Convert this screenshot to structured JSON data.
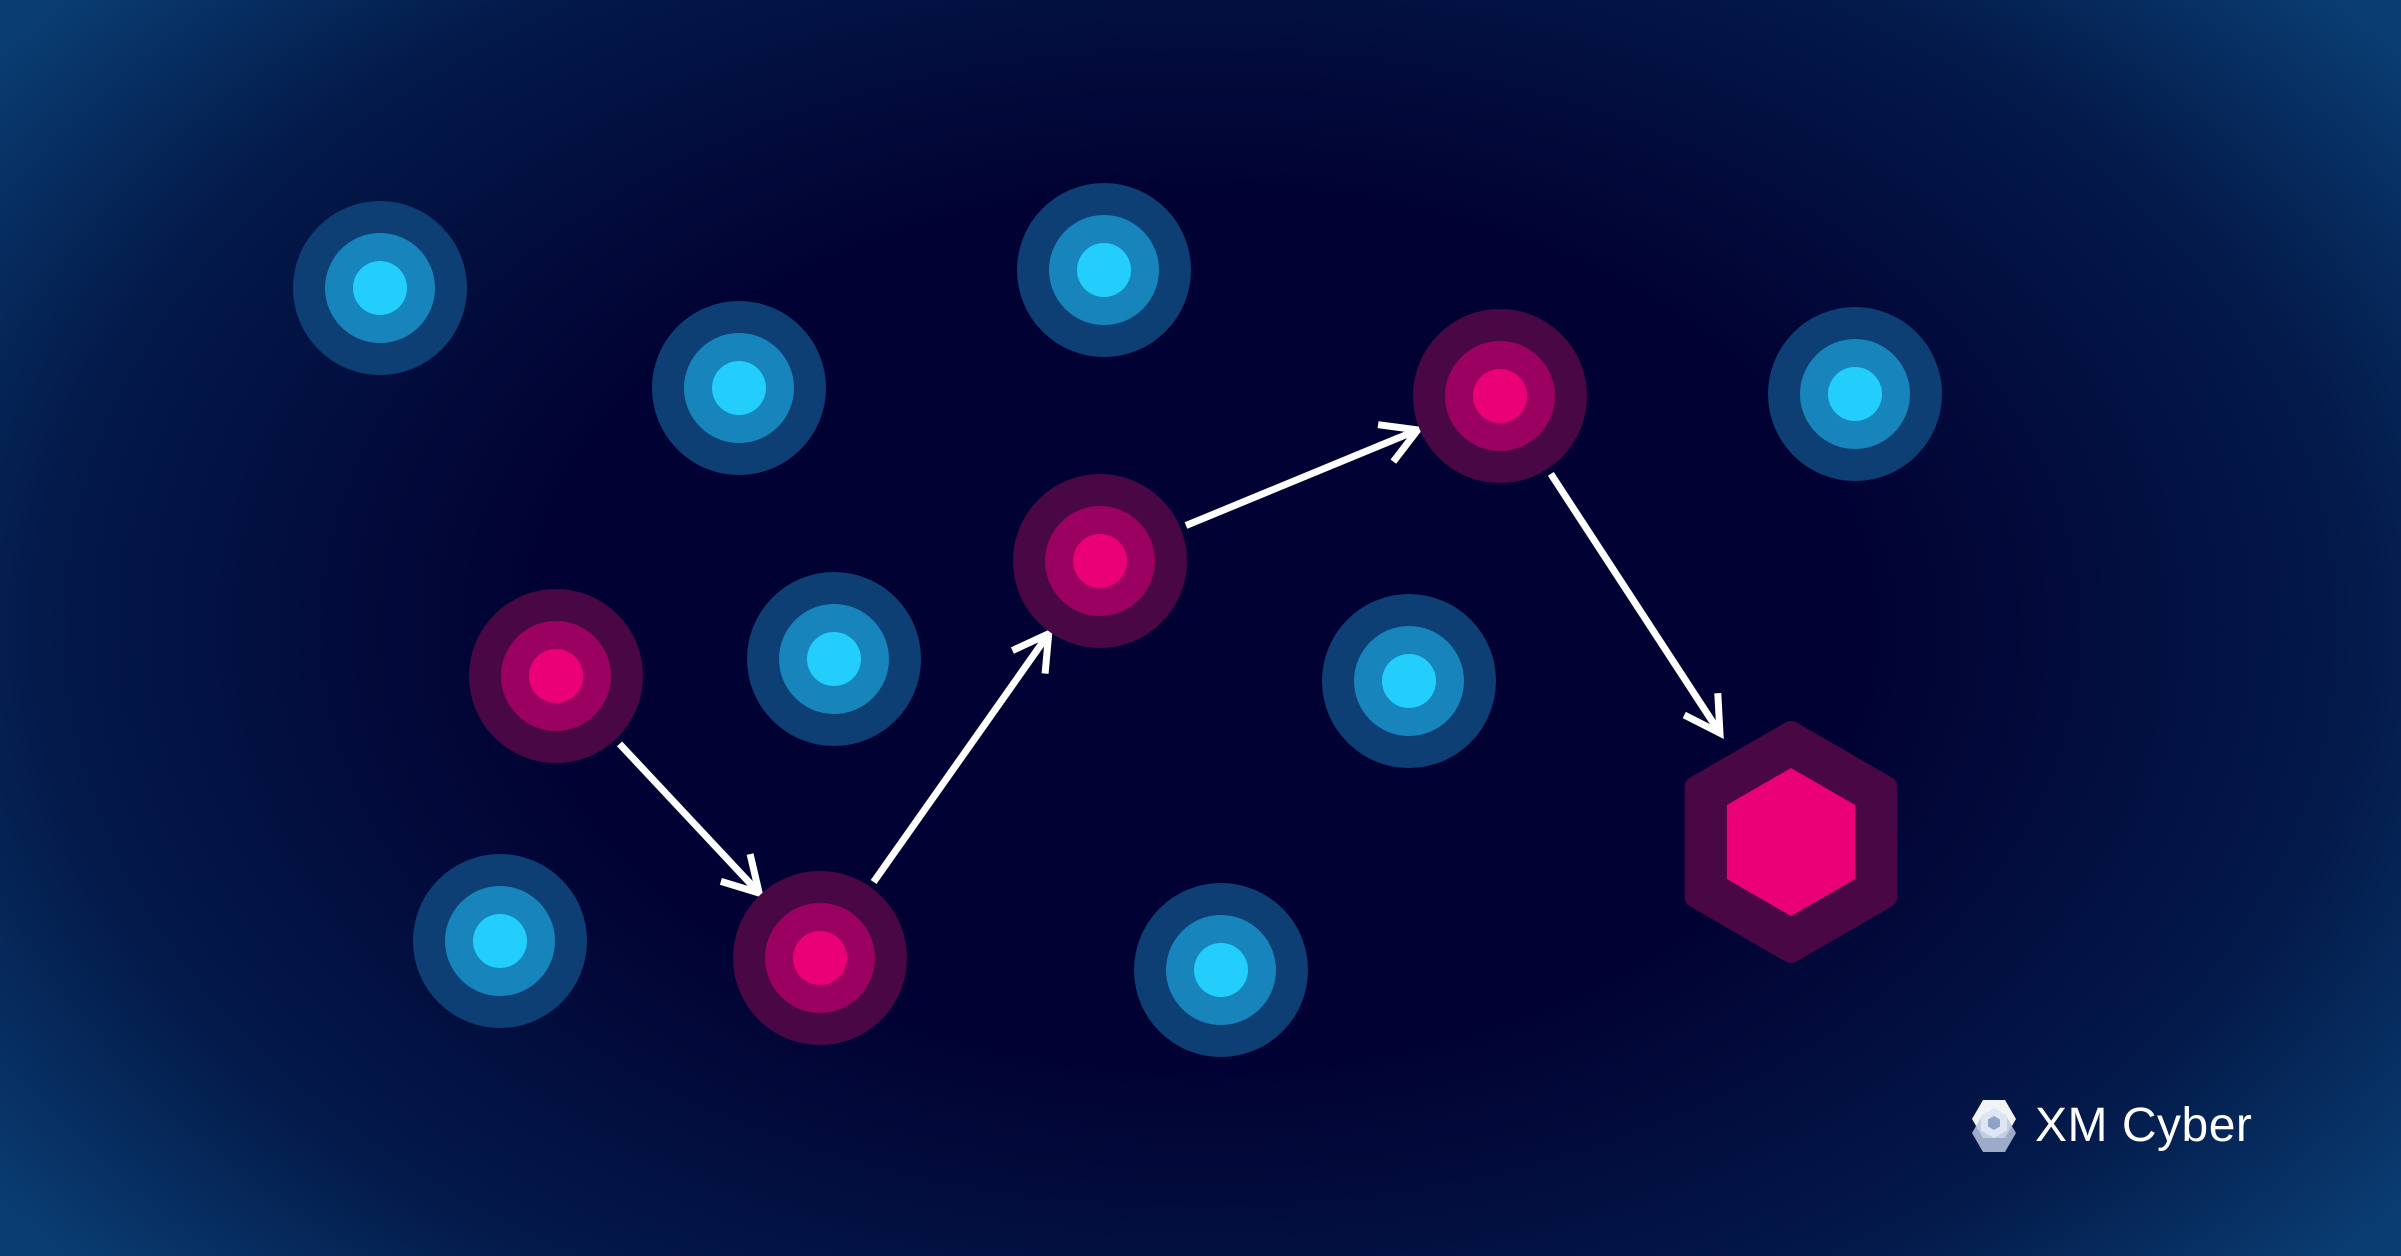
{
  "brand": {
    "name": "XM Cyber",
    "logo_icon": "xm-cyber-logo-icon"
  },
  "colors": {
    "background": "#010233",
    "background_edge": "#0a3d72",
    "safe_outer": "#0d3e74",
    "safe_mid": "#1784bb",
    "safe_inner": "#23cdfc",
    "compromised_outer": "#4a0745",
    "compromised_mid": "#9a0161",
    "compromised_inner": "#ea0177",
    "arrow": "#ffffff"
  },
  "diagram": {
    "nodes": [
      {
        "id": "n1",
        "status": "safe"
      },
      {
        "id": "n2",
        "status": "safe"
      },
      {
        "id": "n3",
        "status": "safe"
      },
      {
        "id": "n4",
        "status": "compromised"
      },
      {
        "id": "n5",
        "status": "safe"
      },
      {
        "id": "n6",
        "status": "safe"
      },
      {
        "id": "n7",
        "status": "compromised"
      },
      {
        "id": "n8",
        "status": "compromised"
      },
      {
        "id": "n9",
        "status": "safe"
      },
      {
        "id": "n10",
        "status": "compromised"
      },
      {
        "id": "n11",
        "status": "safe"
      },
      {
        "id": "n12",
        "status": "safe"
      }
    ],
    "target": {
      "id": "critical-asset",
      "shape": "hexagon",
      "status": "compromised"
    },
    "edges": [
      {
        "from": "n4",
        "to": "n7"
      },
      {
        "from": "n7",
        "to": "n8"
      },
      {
        "from": "n8",
        "to": "n10"
      },
      {
        "from": "n10",
        "to": "critical-asset"
      }
    ]
  }
}
